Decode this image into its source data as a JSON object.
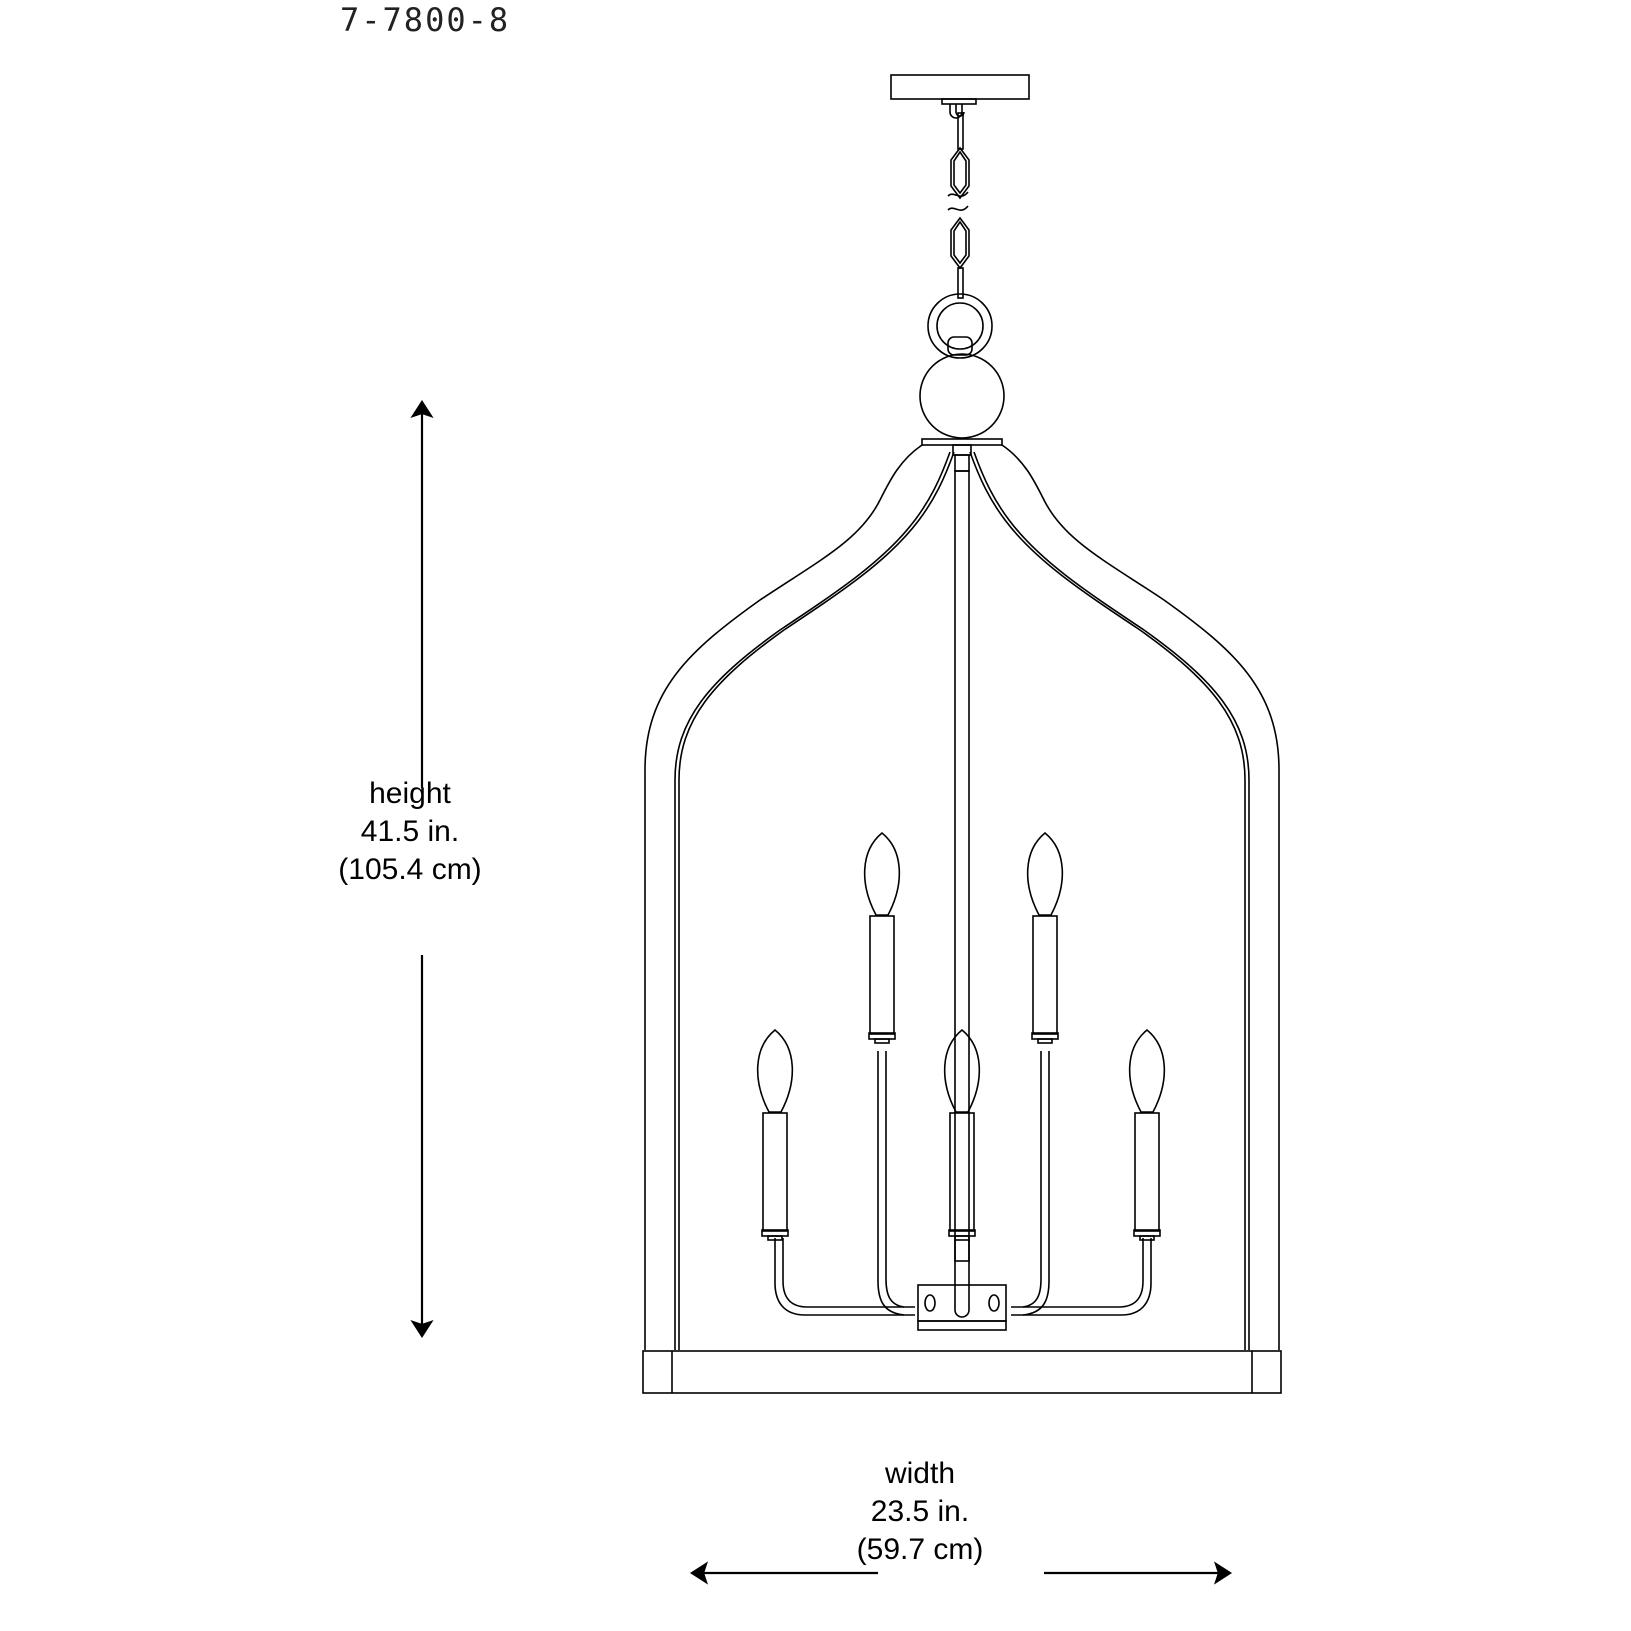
{
  "model_number": "7-7800-8",
  "dimensions": {
    "height": {
      "label": "height",
      "imperial": "41.5 in.",
      "metric": "(105.4 cm)"
    },
    "width": {
      "label": "width",
      "imperial": "23.5 in.",
      "metric": "(59.7 cm)"
    }
  },
  "fixture": {
    "type": "lantern-pendant",
    "candle_count": 5,
    "line_color": "#000000",
    "background": "#ffffff"
  }
}
